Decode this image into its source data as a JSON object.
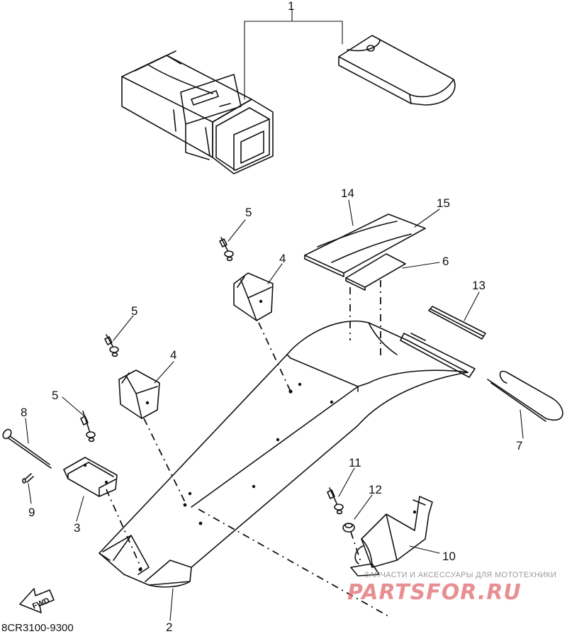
{
  "diagram": {
    "part_callouts": [
      "1",
      "2",
      "3",
      "4",
      "4",
      "5",
      "5",
      "5",
      "6",
      "7",
      "8",
      "9",
      "10",
      "11",
      "12",
      "13",
      "14",
      "15"
    ],
    "diagram_code": "8CR3100-9300",
    "direction_label": "FWD",
    "watermark_caption": "ЗАПЧАСТИ И АКСЕССУАРЫ ДЛЯ МОТОТЕХНИКИ",
    "watermark_brand": "PARTSFOR.RU"
  }
}
